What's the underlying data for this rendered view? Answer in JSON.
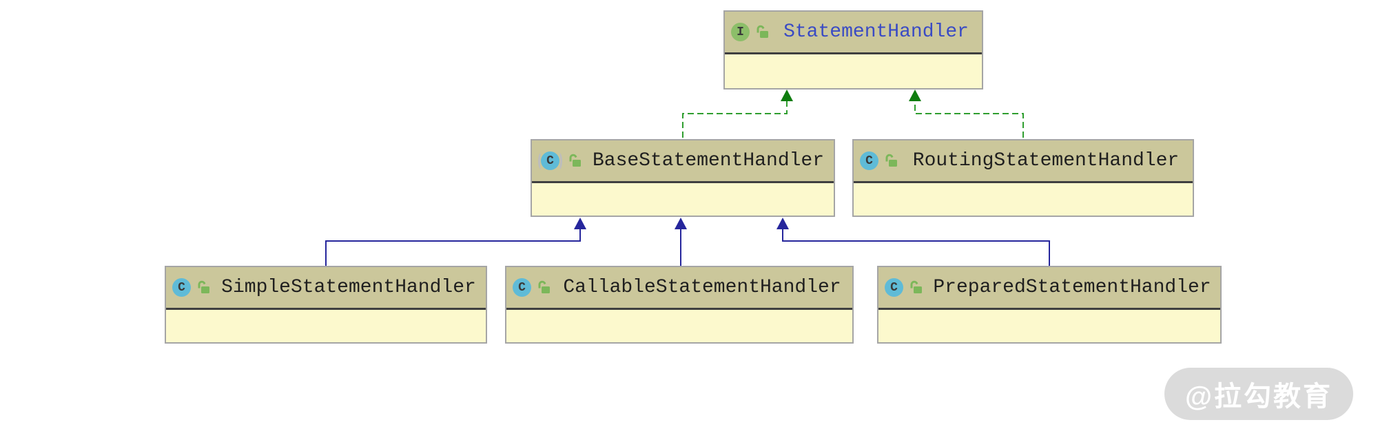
{
  "nodes": [
    {
      "id": "statement-handler",
      "name": "StatementHandler",
      "kind": "interface",
      "badge": "I",
      "visibility": "unlocked"
    },
    {
      "id": "base-statement-handler",
      "name": "BaseStatementHandler",
      "kind": "abstract-class",
      "badge": "C",
      "visibility": "unlocked"
    },
    {
      "id": "routing-statement-handler",
      "name": "RoutingStatementHandler",
      "kind": "class",
      "badge": "C",
      "visibility": "unlocked"
    },
    {
      "id": "simple-statement-handler",
      "name": "SimpleStatementHandler",
      "kind": "class",
      "badge": "C",
      "visibility": "unlocked"
    },
    {
      "id": "callable-statement-handler",
      "name": "CallableStatementHandler",
      "kind": "class",
      "badge": "C",
      "visibility": "unlocked"
    },
    {
      "id": "prepared-statement-handler",
      "name": "PreparedStatementHandler",
      "kind": "class",
      "badge": "C",
      "visibility": "unlocked"
    }
  ],
  "relations": [
    {
      "from": "BaseStatementHandler",
      "to": "StatementHandler",
      "type": "realization",
      "line": "dashed",
      "color": "#2F9E2F"
    },
    {
      "from": "RoutingStatementHandler",
      "to": "StatementHandler",
      "type": "realization",
      "line": "dashed",
      "color": "#2F9E2F"
    },
    {
      "from": "SimpleStatementHandler",
      "to": "BaseStatementHandler",
      "type": "inheritance",
      "line": "solid",
      "color": "#26269C"
    },
    {
      "from": "CallableStatementHandler",
      "to": "BaseStatementHandler",
      "type": "inheritance",
      "line": "solid",
      "color": "#26269C"
    },
    {
      "from": "PreparedStatementHandler",
      "to": "BaseStatementHandler",
      "type": "inheritance",
      "line": "solid",
      "color": "#26269C"
    }
  ],
  "watermark": {
    "text": "@拉勾教育"
  },
  "icons": {
    "interface_badge": "green circle with letter I",
    "class_badge": "cyan circle with letter C",
    "abstract_marker": "gray parentheses around class badge",
    "lock": "green open padlock"
  },
  "colors": {
    "node_header_bg": "#CBC79B",
    "node_body_bg": "#FCF9CD",
    "node_border": "#A5A5A5",
    "header_divider": "#3F3F3F",
    "interface_title": "#3A4BC4",
    "class_title": "#1F1F1F",
    "realization_arrow": "#2F9E2F",
    "realization_head": "#0F7D0F",
    "inheritance_arrow": "#26269C",
    "interface_badge_bg": "#8CBE69",
    "class_badge_bg": "#5FBBD7",
    "badge_letter": "#3A3A3A",
    "lock_icon": "#7CB75A",
    "abstract_paren": "#BDBDBD",
    "watermark_bg": "#DBDBDB",
    "watermark_text": "#FFFFFF"
  }
}
